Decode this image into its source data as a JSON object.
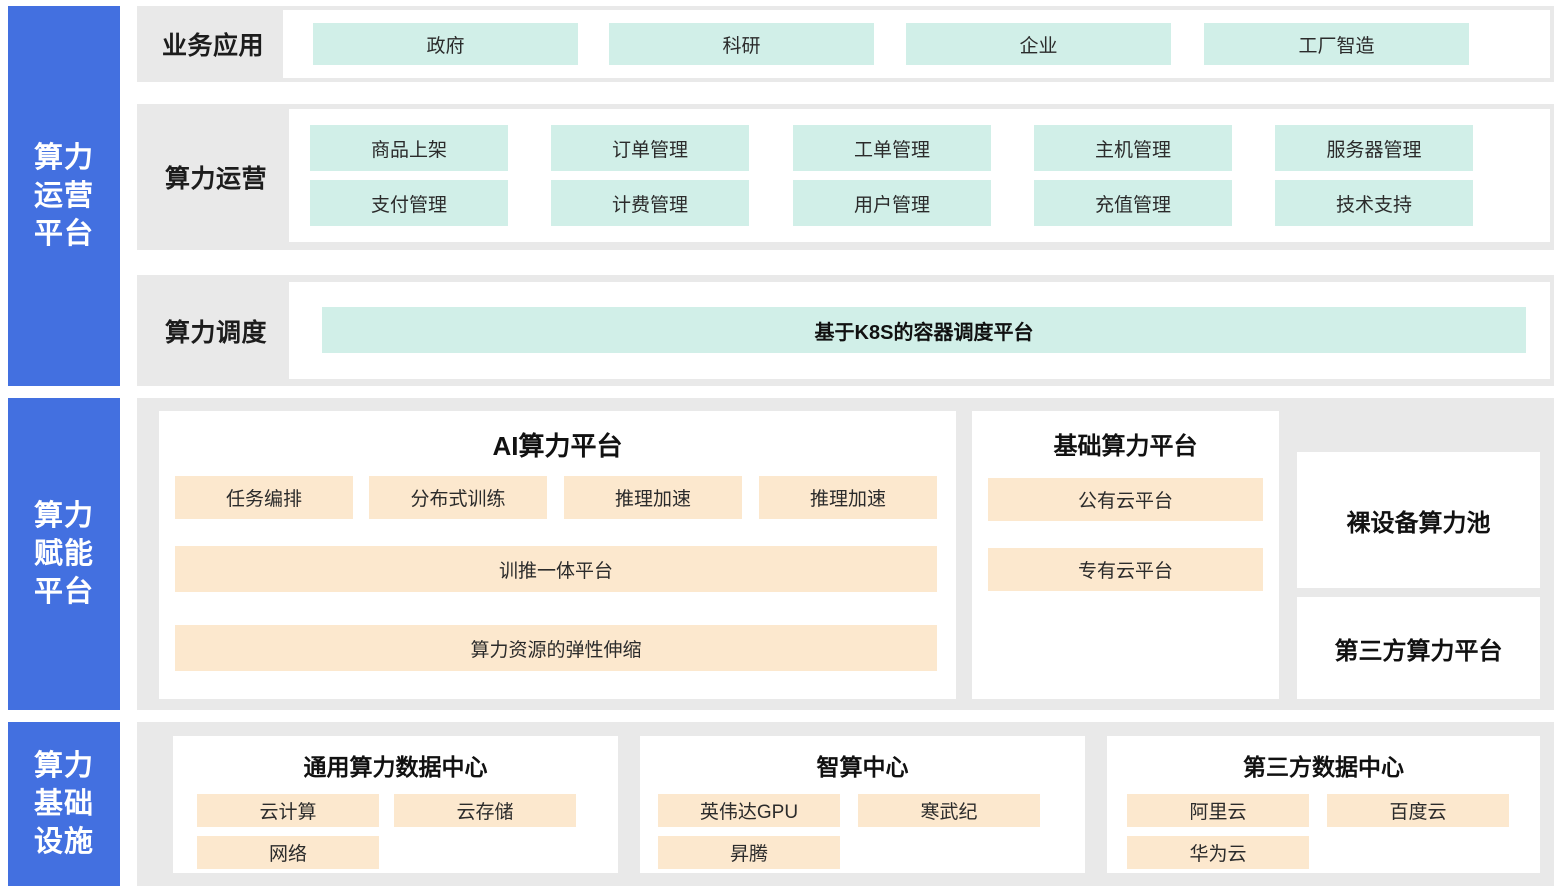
{
  "colors": {
    "rail": "#4370e0",
    "band": "#e9e9e9",
    "panel": "#ffffff",
    "chip_green": "#d1efe8",
    "chip_orange": "#fce8ce",
    "text_dark": "#1d1d1d",
    "page_bg": "#ffffff"
  },
  "rails": [
    {
      "name": "operation-platform",
      "lines": [
        "算力",
        "运营",
        "平台"
      ]
    },
    {
      "name": "enablement-platform",
      "lines": [
        "算力",
        "赋能",
        "平台"
      ]
    },
    {
      "name": "infrastructure",
      "lines": [
        "算力",
        "基础",
        "设施"
      ]
    }
  ],
  "tier_business": {
    "label": "业务应用",
    "items": [
      "政府",
      "科研",
      "企业",
      "工厂智造"
    ]
  },
  "tier_operations": {
    "label": "算力运营",
    "row1": [
      "商品上架",
      "订单管理",
      "工单管理",
      "主机管理",
      "服务器管理"
    ],
    "row2": [
      "支付管理",
      "计费管理",
      "用户管理",
      "充值管理",
      "技术支持"
    ]
  },
  "tier_scheduling": {
    "label": "算力调度",
    "item": "基于K8S的容器调度平台"
  },
  "tier_enablement": {
    "ai_platform": {
      "title": "AI算力平台",
      "row1": [
        "任务编排",
        "分布式训练",
        "推理加速",
        "推理加速"
      ],
      "wide1": "训推一体平台",
      "wide2": "算力资源的弹性伸缩"
    },
    "base_platform": {
      "title": "基础算力平台",
      "items": [
        "公有云平台",
        "专有云平台"
      ]
    },
    "side_boxes": [
      {
        "title": "裸设备算力池"
      },
      {
        "title": "第三方算力平台"
      }
    ]
  },
  "tier_infrastructure": {
    "centers": [
      {
        "title": "通用算力数据中心",
        "row1": [
          "云计算",
          "云存储"
        ],
        "row2": [
          "网络"
        ]
      },
      {
        "title": "智算中心",
        "row1": [
          "英伟达GPU",
          "寒武纪"
        ],
        "row2": [
          "昇腾"
        ]
      },
      {
        "title": "第三方数据中心",
        "row1": [
          "阿里云",
          "百度云"
        ],
        "row2": [
          "华为云"
        ]
      }
    ]
  }
}
